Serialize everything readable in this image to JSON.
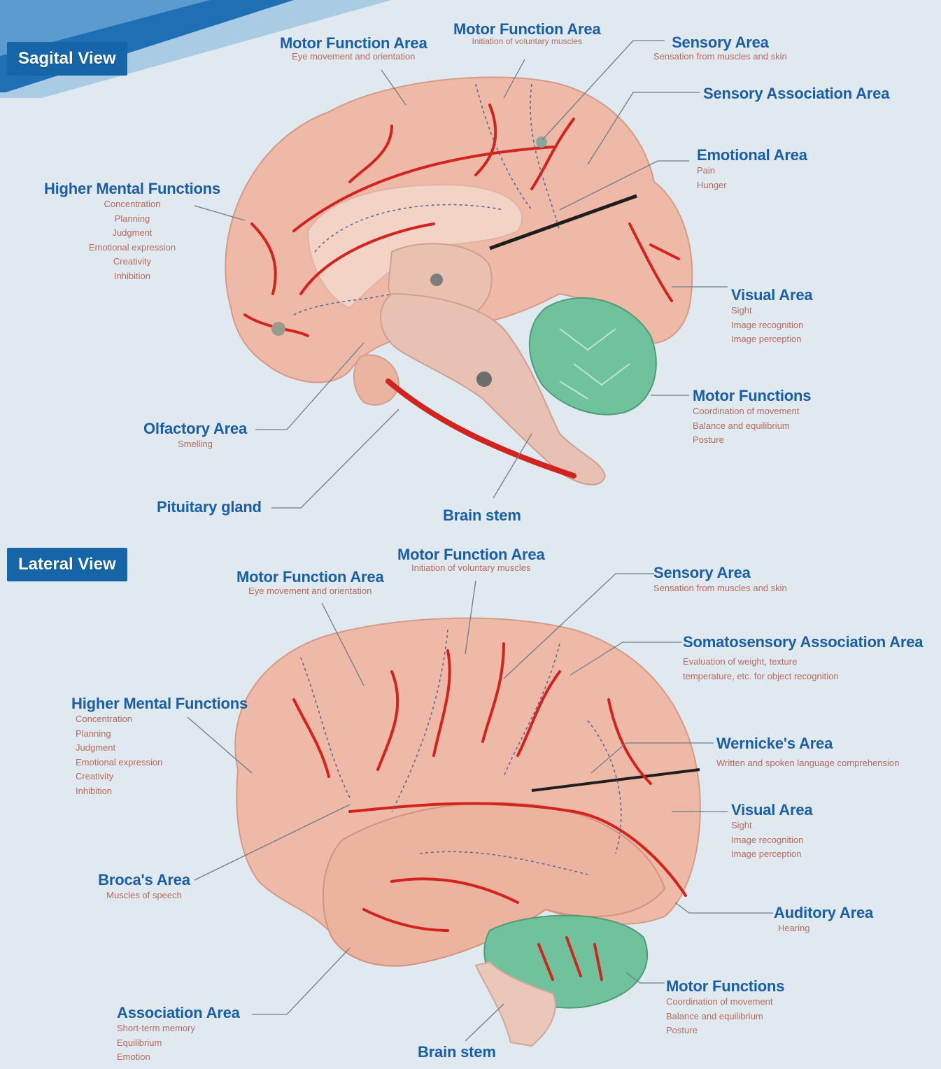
{
  "colors": {
    "title_blue": "#1b5ea6",
    "badge_blue": "#1565a8",
    "desc_red": "#b86a5e",
    "background": "#dfe9ef",
    "brain_pink": "#eeb9a6",
    "cerebellum_green": "#6fc29c",
    "vessel_red": "#d2231e"
  },
  "sagittal": {
    "badge": "Sagital View",
    "labels": [
      {
        "title": "Motor Function Area",
        "desc": [
          "Eye movement and orientation"
        ]
      },
      {
        "title": "Motor Function Area",
        "desc": [
          "Initiation of voluntary muscles"
        ]
      },
      {
        "title": "Sensory Area",
        "desc": [
          "Sensation from muscles and skin"
        ]
      },
      {
        "title": "Sensory Association Area",
        "desc": []
      },
      {
        "title": "Emotional Area",
        "desc": [
          "Pain",
          "Hunger"
        ]
      },
      {
        "title": "Higher Mental Functions",
        "desc": [
          "Concentration",
          "Planning",
          "Judgment",
          "Emotional expression",
          "Creativity",
          "Inhibition"
        ]
      },
      {
        "title": "Visual Area",
        "desc": [
          "Sight",
          "Image recognition",
          "Image perception"
        ]
      },
      {
        "title": "Motor Functions",
        "desc": [
          "Coordination of movement",
          "Balance and equilibrium",
          "Posture"
        ]
      },
      {
        "title": "Olfactory Area",
        "desc": [
          "Smelling"
        ]
      },
      {
        "title": "Pituitary gland",
        "desc": []
      },
      {
        "title": "Brain stem",
        "desc": []
      }
    ]
  },
  "lateral": {
    "badge": "Lateral View",
    "labels": [
      {
        "title": "Motor Function Area",
        "desc": [
          "Initiation of voluntary muscles"
        ]
      },
      {
        "title": "Motor Function Area",
        "desc": [
          "Eye movement and orientation"
        ]
      },
      {
        "title": "Sensory Area",
        "desc": [
          "Sensation from muscles and skin"
        ]
      },
      {
        "title": "Somatosensory Association Area",
        "desc": [
          "Evaluation of weight, texture",
          "temperature, etc. for object recognition"
        ]
      },
      {
        "title": "Higher Mental Functions",
        "desc": [
          "Concentration",
          "Planning",
          "Judgment",
          "Emotional expression",
          "Creativity",
          "Inhibition"
        ]
      },
      {
        "title": "Wernicke's Area",
        "desc": [
          "Written and spoken language comprehension"
        ]
      },
      {
        "title": "Visual Area",
        "desc": [
          "Sight",
          "Image recognition",
          "Image perception"
        ]
      },
      {
        "title": "Broca's Area",
        "desc": [
          "Muscles of speech"
        ]
      },
      {
        "title": "Auditory Area",
        "desc": [
          "Hearing"
        ]
      },
      {
        "title": "Motor Functions",
        "desc": [
          "Coordination of movement",
          "Balance and equilibrium",
          "Posture"
        ]
      },
      {
        "title": "Association Area",
        "desc": [
          "Short-term memory",
          "Equilibrium",
          "Emotion"
        ]
      },
      {
        "title": "Brain stem",
        "desc": []
      }
    ]
  }
}
